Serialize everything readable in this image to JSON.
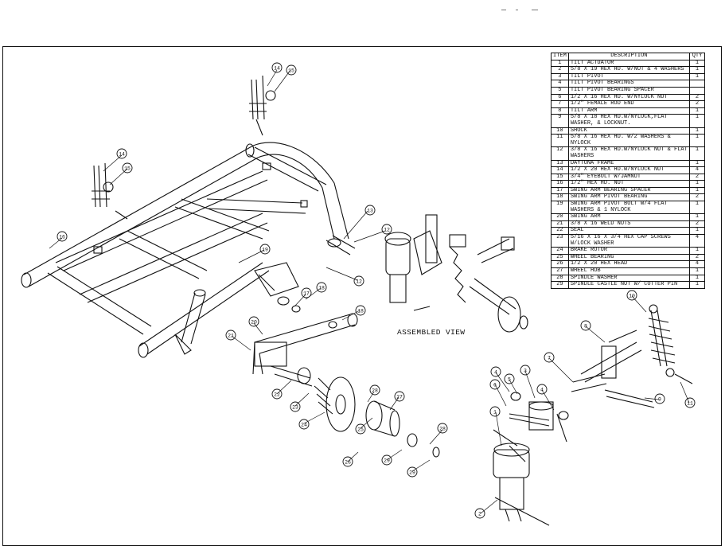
{
  "parts_list": {
    "headers": [
      "ITEM",
      "DESCRIPTION",
      "QTY"
    ],
    "rows": [
      {
        "item": "1",
        "desc": "TILT ACTUATOR",
        "qty": "1"
      },
      {
        "item": "2",
        "desc": "5/8 X 19 HEX HD. W/NUT & 4 WASHERS",
        "qty": "1"
      },
      {
        "item": "3",
        "desc": "TILT PIVOT",
        "qty": "1"
      },
      {
        "item": "4",
        "desc": "TILT PIVOT BEARINGS",
        "qty": ""
      },
      {
        "item": "5",
        "desc": "TILT PIVOT BEARING SPACER",
        "qty": ""
      },
      {
        "item": "6",
        "desc": "1/2 X 16 HEX HD. W/NYLOCK NUT",
        "qty": "2"
      },
      {
        "item": "7",
        "desc": "1/2\" FEMALE ROD END",
        "qty": "2"
      },
      {
        "item": "8",
        "desc": "TILT ARM",
        "qty": "1"
      },
      {
        "item": "9",
        "desc": "5/8 X 18 HEX HD.W/NYLOCK,FLAT WASHER, & LOCKNUT.",
        "qty": "1"
      },
      {
        "item": "10",
        "desc": "SHOCK",
        "qty": "1"
      },
      {
        "item": "11",
        "desc": "5/8 X 16 HEX HD. W/2 WASHERS & NYLOCK",
        "qty": "1"
      },
      {
        "item": "12",
        "desc": "3/8 X 16 HEX HD.W/NYLOCK NUT & FLAT WASHERS",
        "qty": "1"
      },
      {
        "item": "13",
        "desc": "DAYTONA FRAME",
        "qty": "1"
      },
      {
        "item": "14",
        "desc": "1/2 X 20 HEX HD.W/NYLOCK NUT",
        "qty": "4"
      },
      {
        "item": "15",
        "desc": "3/4\" EYEBOLT W/JAMNUT",
        "qty": "2"
      },
      {
        "item": "16",
        "desc": "1/2\" HEX HD. NUT",
        "qty": "1"
      },
      {
        "item": "17",
        "desc": "SWING ARM BEARING SPACER",
        "qty": "1"
      },
      {
        "item": "18",
        "desc": "SWING ARM PIVOT BEARING",
        "qty": "2"
      },
      {
        "item": "19",
        "desc": "SWING ARM PIVOT BOLT W/4 FLAT WASHERS & 1 NYLOCK",
        "qty": "1"
      },
      {
        "item": "20",
        "desc": "SWING ARM",
        "qty": "1"
      },
      {
        "item": "21",
        "desc": "3/8 X 16 WELD NUTS",
        "qty": "2"
      },
      {
        "item": "22",
        "desc": "SEAL",
        "qty": "1"
      },
      {
        "item": "23",
        "desc": "5/16 X 16 X 3/4 HEX CAP SCREWS W/LOCK WASHER",
        "qty": "4"
      },
      {
        "item": "24",
        "desc": "BRAKE ROTOR",
        "qty": "1"
      },
      {
        "item": "25",
        "desc": "WHEEL BEARING",
        "qty": "2"
      },
      {
        "item": "26",
        "desc": "1/2 X 20 HEX HEAD",
        "qty": "4"
      },
      {
        "item": "27",
        "desc": "WHEEL HUB",
        "qty": "1"
      },
      {
        "item": "28",
        "desc": "SPINDLE WASHER",
        "qty": "1"
      },
      {
        "item": "29",
        "desc": "SPINDLE CASTLE NUT W/ COTTER PIN",
        "qty": "1"
      }
    ]
  },
  "assembled_view_label": "ASSEMBLED VIEW",
  "callouts": [
    "14",
    "15",
    "14",
    "15",
    "16",
    "13",
    "12",
    "19",
    "12",
    "18",
    "17",
    "18",
    "20",
    "21",
    "22",
    "23",
    "24",
    "25",
    "28",
    "27",
    "26",
    "29",
    "28",
    "29",
    "10",
    "8",
    "7",
    "9",
    "11",
    "4",
    "5",
    "3",
    "6",
    "4",
    "1",
    "2"
  ]
}
